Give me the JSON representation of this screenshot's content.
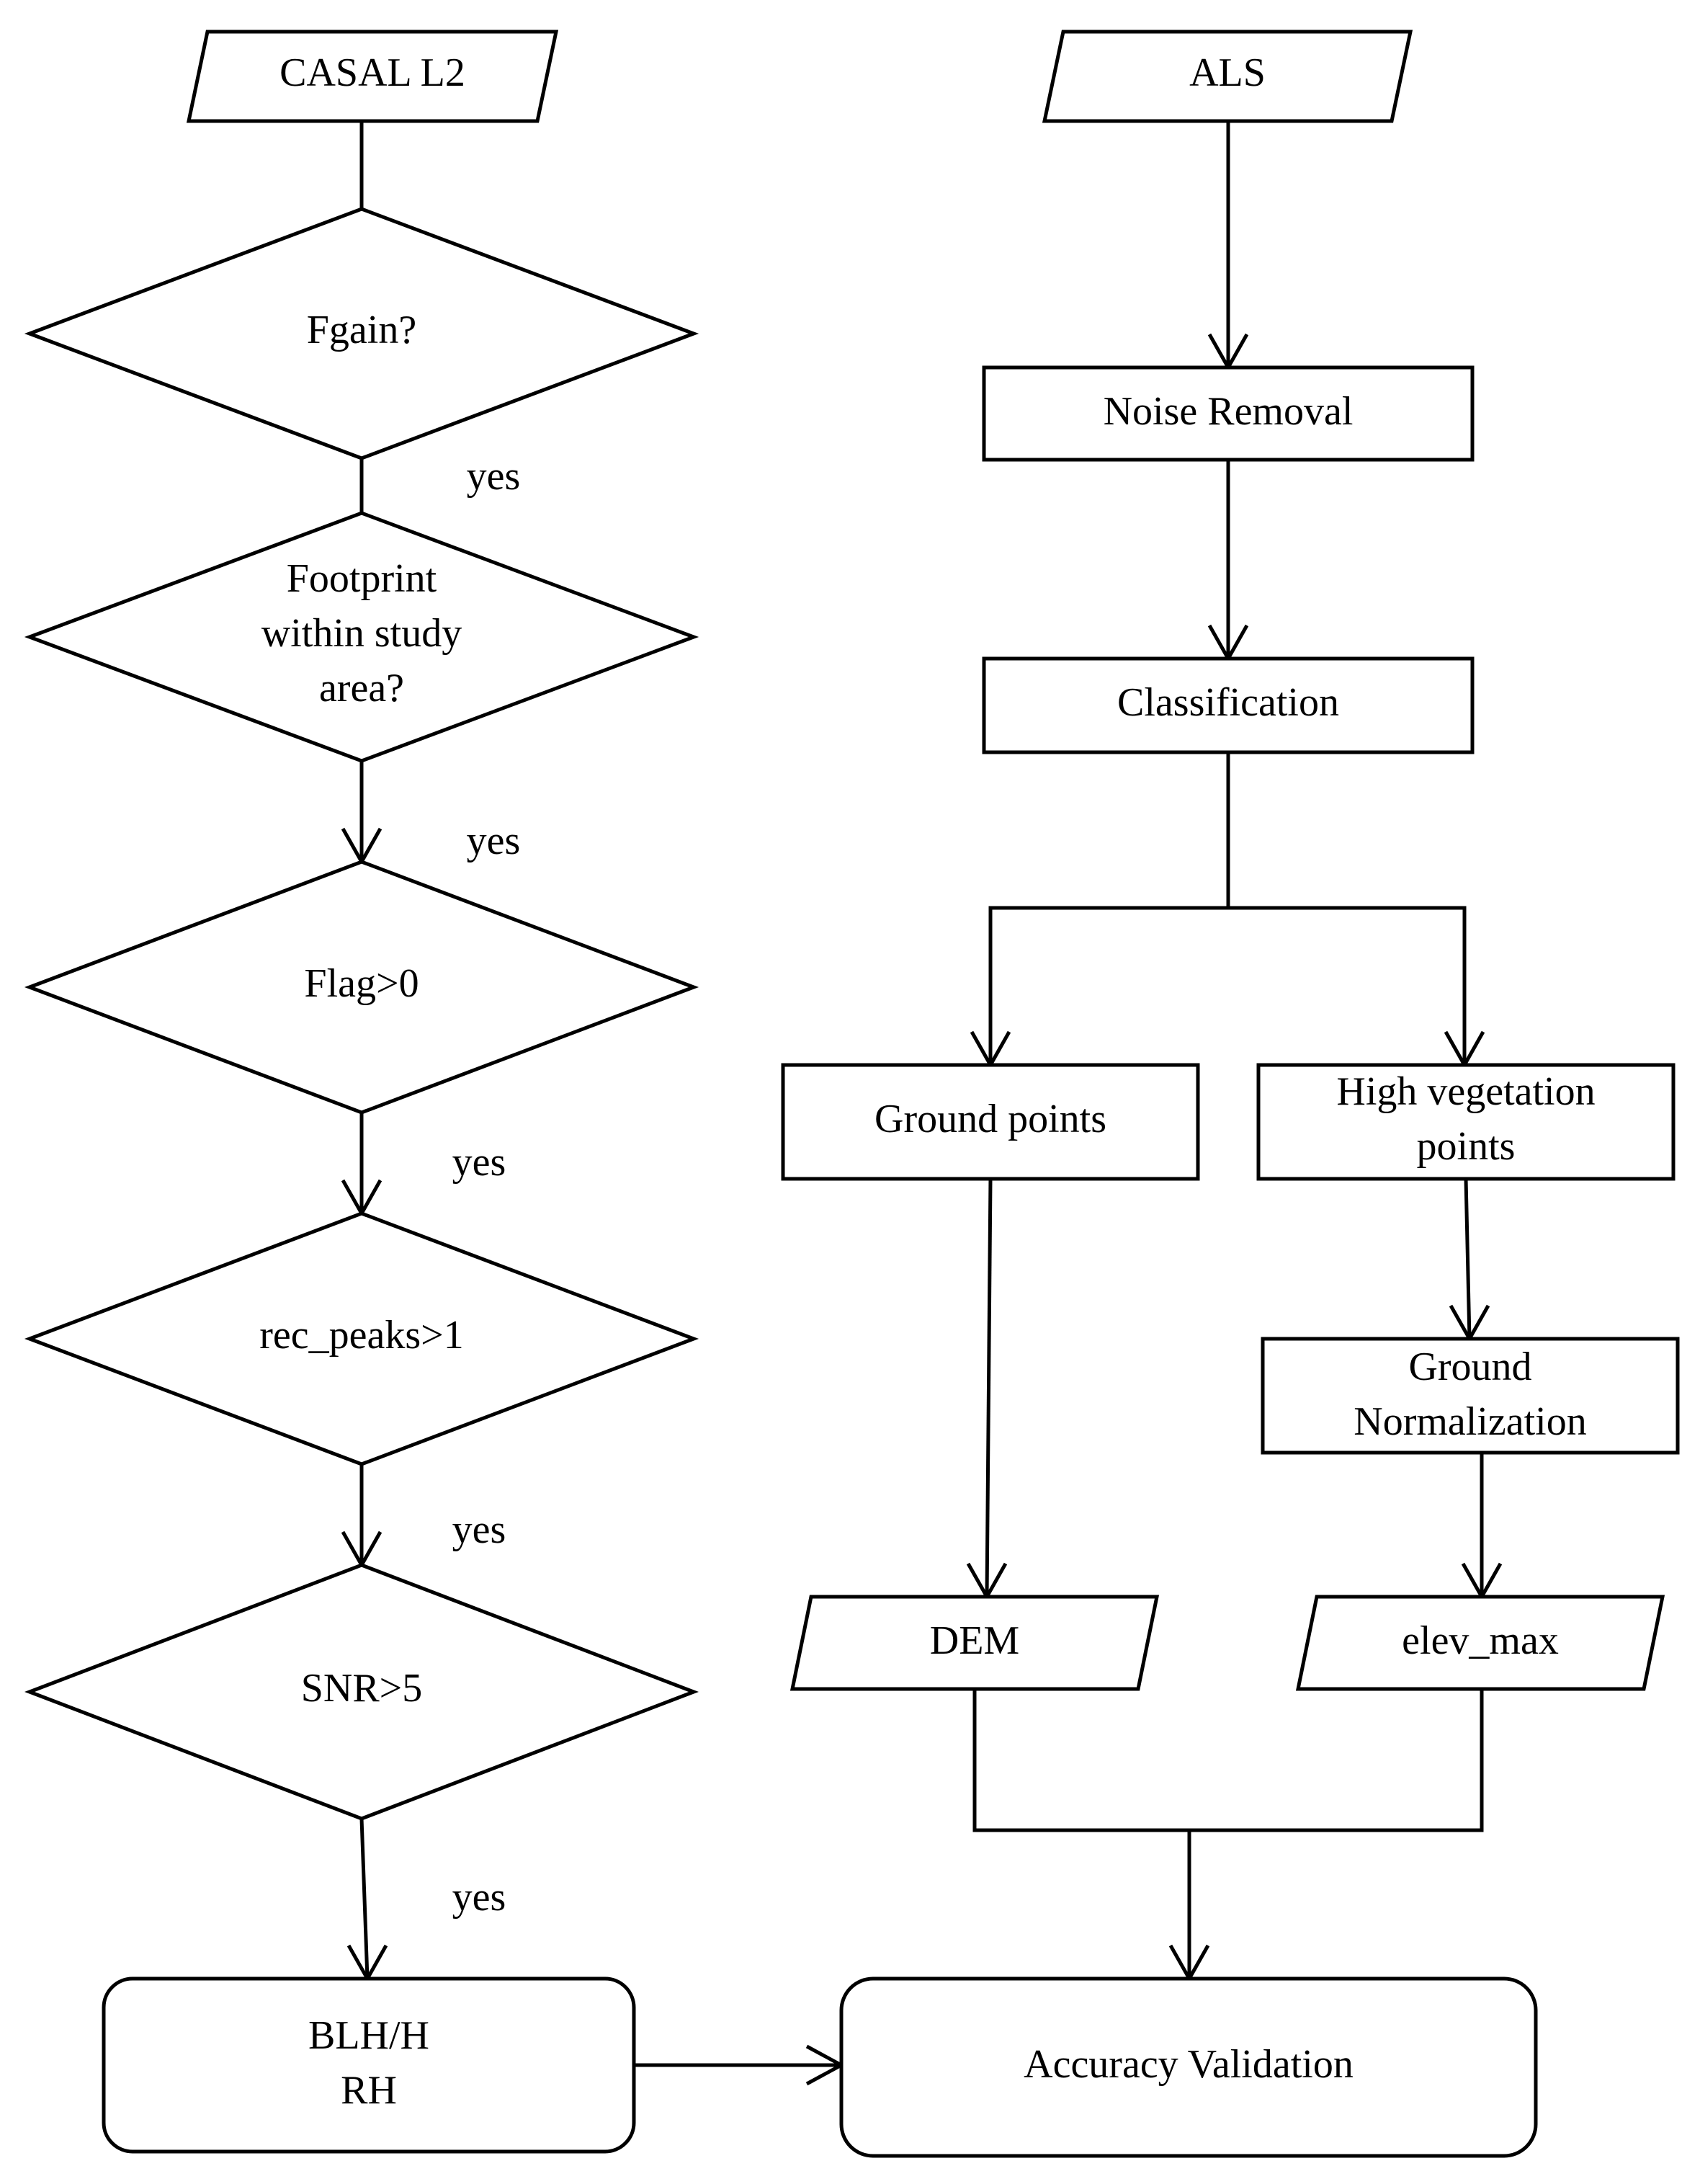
{
  "nodes": {
    "casal_l2": "CASAL L2",
    "fgain": "Fgain?",
    "footprint": [
      "Footprint",
      "within study",
      "area?"
    ],
    "flag": "Flag>0",
    "rec_peaks": "rec_peaks>1",
    "snr": "SNR>5",
    "blh": [
      "BLH/H",
      "RH"
    ],
    "als": "ALS",
    "noise_removal": "Noise Removal",
    "classification": "Classification",
    "ground_points": "Ground points",
    "high_vegetation": [
      "High vegetation",
      "points"
    ],
    "ground_normalization": [
      "Ground",
      "Normalization"
    ],
    "dem": "DEM",
    "elev_max": "elev_max",
    "accuracy_validation": "Accuracy Validation"
  },
  "edge_labels": {
    "yes_1": "yes",
    "yes_2": "yes",
    "yes_3": "yes",
    "yes_4": "yes",
    "yes_5": "yes"
  }
}
